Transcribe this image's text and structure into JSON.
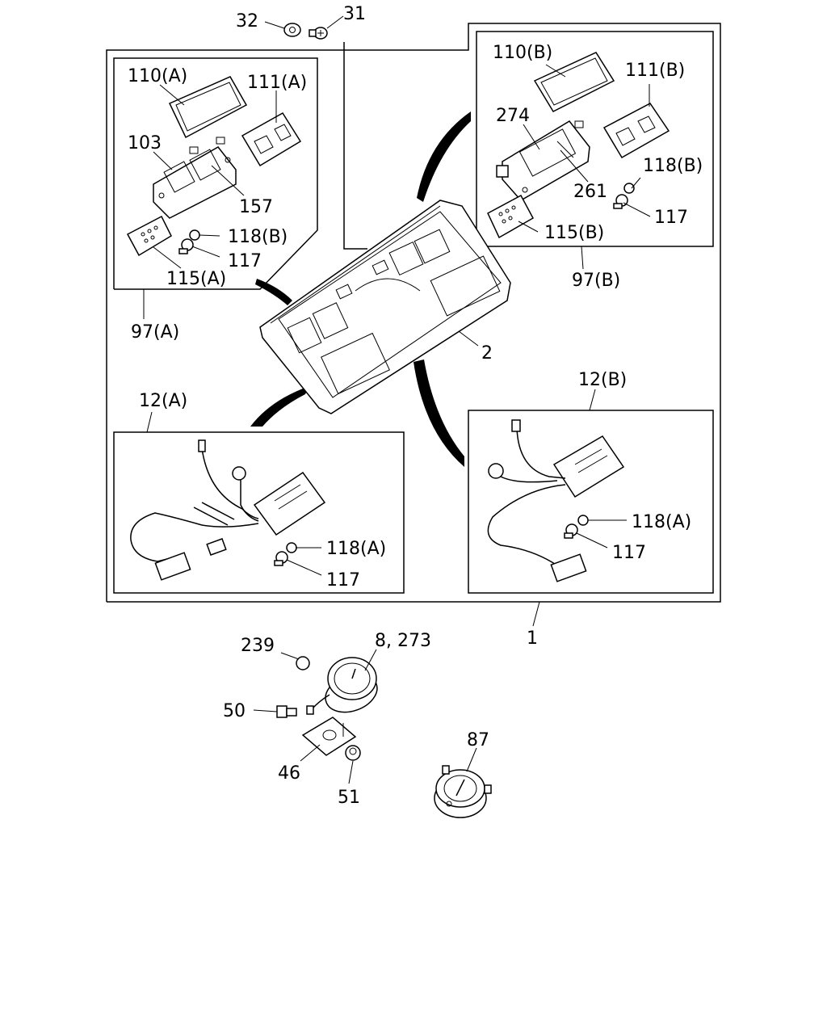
{
  "labels": {
    "l32": "32",
    "l31": "31",
    "l110A": "110(A)",
    "l111A": "111(A)",
    "l103": "103",
    "l157": "157",
    "l118B_left": "118(B)",
    "l117_a": "117",
    "l115A": "115(A)",
    "l97A": "97(A)",
    "l110B": "110(B)",
    "l111B": "111(B)",
    "l274": "274",
    "l261": "261",
    "l118B_right": "118(B)",
    "l117_b": "117",
    "l115B": "115(B)",
    "l97B": "97(B)",
    "l2": "2",
    "l12A": "12(A)",
    "l12B": "12(B)",
    "l118A_left": "118(A)",
    "l117_c": "117",
    "l118A_right": "118(A)",
    "l117_d": "117",
    "l1": "1",
    "l239": "239",
    "l8_273": "8, 273",
    "l50": "50",
    "l46": "46",
    "l51": "51",
    "l87": "87"
  }
}
